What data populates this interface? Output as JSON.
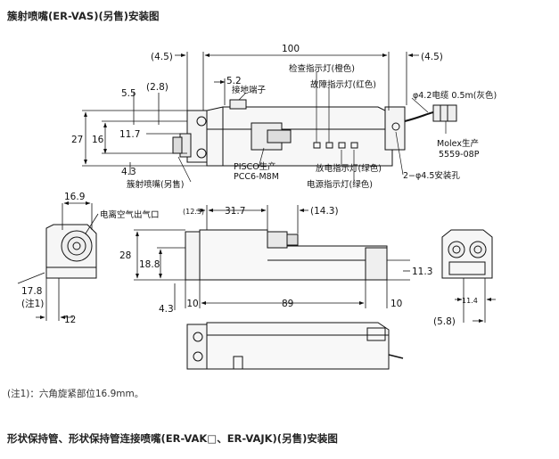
{
  "titles": {
    "top": "簇射喷嘴(ER-VAS)(另售)安装图",
    "bottom": "形状保持管、形状保持管连接喷嘴(ER-VAK□、ER-VAJK)(另售)安装图"
  },
  "note": "(注1)：六角旋紧部位16.9mm。",
  "labels": {
    "check_led": "检查指示灯(橙色)",
    "fault_led": "故障指示灯(红色)",
    "ground": "接地端子",
    "cable": "φ4.2电缆 0.5m(灰色)",
    "molex1": "Molex生产",
    "molex2": "5559-08P",
    "discharge_led": "放电指示灯(绿色)",
    "mount_hole": "2−φ4.5安装孔",
    "power_led": "电源指示灯(绿色)",
    "pisco1": "PISCO生产",
    "pisco2": "PCC6-M8M",
    "shower": "簇射喷嘴(另售)",
    "ion_outlet": "电离空气出气口",
    "note1": "(注1)"
  },
  "dims": {
    "d4_5a": "(4.5)",
    "d100": "100",
    "d4_5b": "(4.5)",
    "d5_2": "5.2",
    "d5_5": "5.5",
    "d2_8": "(2.8)",
    "d27": "27",
    "d16": "16",
    "d11_7": "11.7",
    "d4_3a": "4.3",
    "d16_9": "16.9",
    "d12_3": "(12.3)",
    "d31_7": "31.7",
    "d14_3": "(14.3)",
    "d28": "28",
    "d18_8": "18.8",
    "d11_3": "11.3",
    "d17_8": "17.8",
    "d4_3b": "4.3",
    "d10a": "10",
    "d89": "89",
    "d10b": "10",
    "d12": "12",
    "d11_4": "11.4",
    "d5_8": "(5.8)"
  }
}
